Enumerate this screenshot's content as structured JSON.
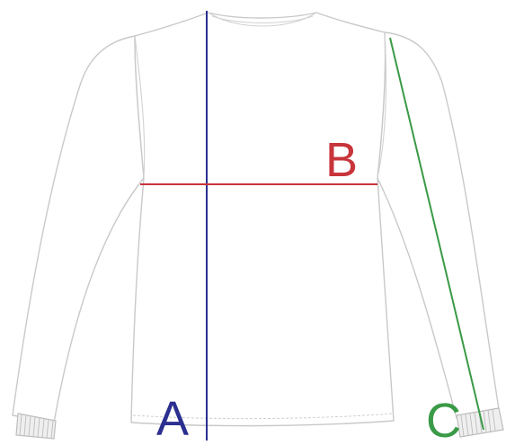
{
  "measurements": [
    {
      "key": "A",
      "label": "A",
      "color": "#2b2f8f"
    },
    {
      "key": "B",
      "label": "B",
      "color": "#c8353a"
    },
    {
      "key": "C",
      "label": "C",
      "color": "#3a9a47"
    }
  ],
  "garment": {
    "icon": "long-sleeve-shirt-icon",
    "outline_color": "#c9c9c9"
  }
}
